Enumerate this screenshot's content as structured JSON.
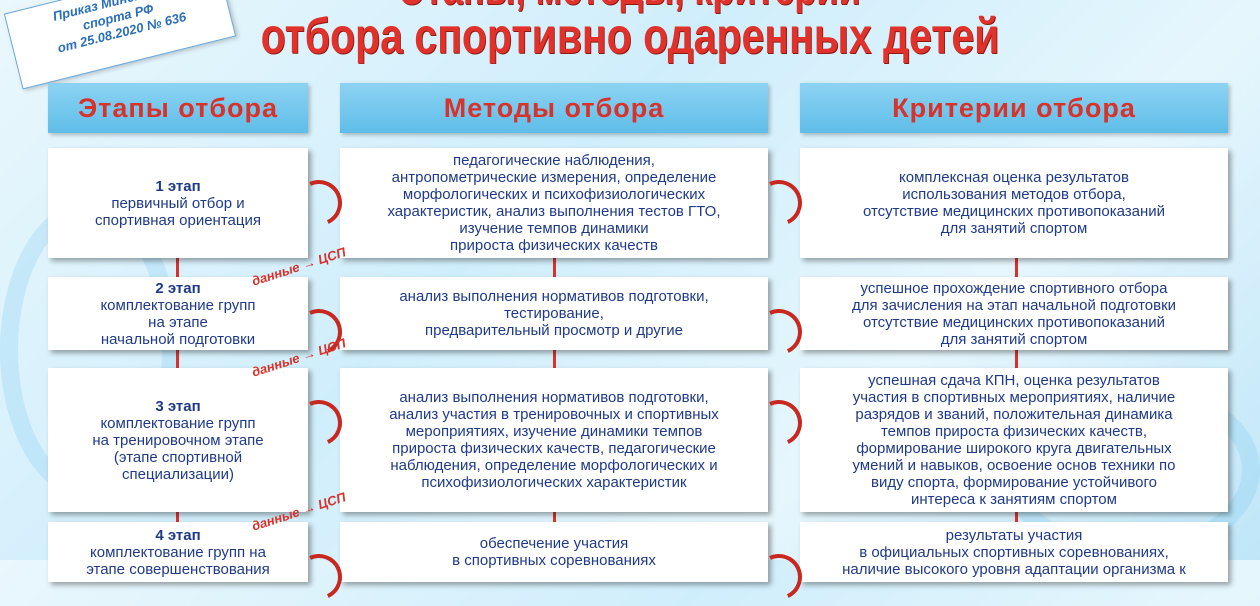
{
  "title": {
    "line1": "Этапы, методы, критерии",
    "line2": "отбора спортивно одаренных детей"
  },
  "note": {
    "line1": "Приказ Минспорта",
    "line2": "спорта РФ",
    "line3": "от 25.08.2020 № 636"
  },
  "headers": {
    "stages": "Этапы отбора",
    "methods": "Методы отбора",
    "criteria": "Критерии отбора"
  },
  "data_label": "данные",
  "csp_label": "ЦСП",
  "rows": [
    {
      "stage_num": "1 этап",
      "stage": [
        "первичный отбор и",
        "спортивная ориентация"
      ],
      "methods": [
        "педагогические наблюдения,",
        "антропометрические измерения, определение",
        "морфологических и психофизиологических",
        "характеристик, анализ выполнения тестов ГТО,",
        "изучение темпов динамики",
        "прироста физических качеств"
      ],
      "criteria": [
        "комплексная оценка результатов",
        "использования методов отбора,",
        "отсутствие медицинских противопоказаний",
        "для занятий спортом"
      ]
    },
    {
      "stage_num": "2 этап",
      "stage": [
        "комплектование групп",
        "на этапе",
        "начальной подготовки"
      ],
      "methods": [
        "анализ выполнения нормативов подготовки,",
        "тестирование,",
        "предварительный просмотр и другие"
      ],
      "criteria": [
        "успешное прохождение спортивного отбора",
        "для зачисления на этап начальной подготовки",
        "отсутствие медицинских противопоказаний",
        "для занятий спортом"
      ]
    },
    {
      "stage_num": "3 этап",
      "stage": [
        "комплектование групп",
        "на тренировочном этапе",
        "(этапе спортивной",
        "специализации)"
      ],
      "methods": [
        "анализ выполнения нормативов подготовки,",
        "анализ участия в тренировочных и спортивных",
        "мероприятиях, изучение динамики темпов",
        "прироста физических качеств, педагогические",
        "наблюдения, определение морфологических и",
        "психофизиологических характеристик"
      ],
      "criteria": [
        "успешная сдача КПН, оценка результатов",
        "участия в спортивных мероприятиях, наличие",
        "разрядов и званий, положительная динамика",
        "темпов прироста физических качеств,",
        "формирование широкого круга двигательных",
        "умений и навыков, освоение основ техники по",
        "виду спорта, формирование устойчивого",
        "интереса к занятиям спортом"
      ]
    },
    {
      "stage_num": "4 этап",
      "stage": [
        "комплектование групп на",
        "этапе совершенствования"
      ],
      "methods": [
        "обеспечение участия",
        "в спортивных соревнованиях"
      ],
      "criteria": [
        "результаты участия",
        "в официальных спортивных соревнованиях,",
        "наличие высокого уровня адаптации организма к"
      ]
    }
  ]
}
